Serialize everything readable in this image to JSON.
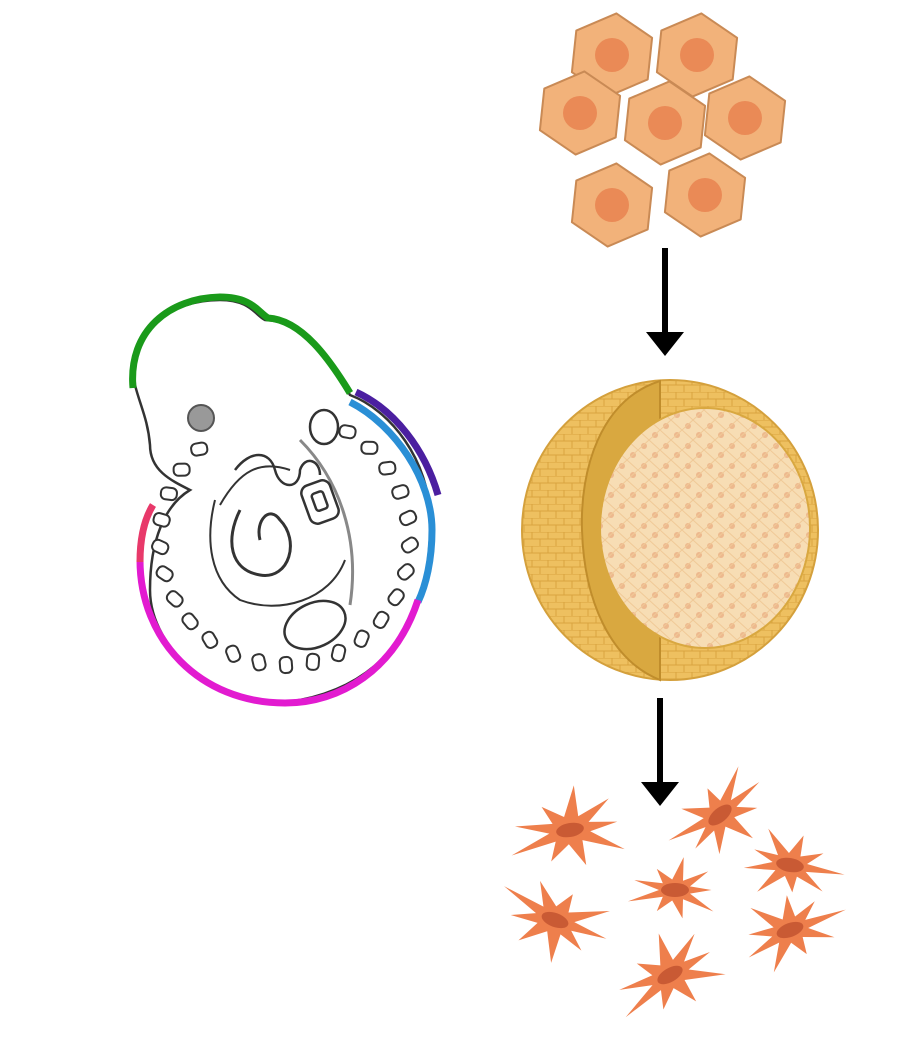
{
  "colors": {
    "background": "#ffffff",
    "embryo_outline": "#333333",
    "segment_head": "#1a9a1a",
    "segment_neck": "#4b1fa0",
    "segment_trunk": "#2a8fd6",
    "segment_tail": "#e21bd0",
    "segment_lower": "#e8396a",
    "cell_fill": "#f2b27a",
    "cell_nucleus": "#ea8a56",
    "sphere_outer": "#e8b64c",
    "sphere_inner": "#f6dcb0",
    "fibroblast_fill": "#ee7f4c",
    "fibroblast_nucleus": "#c95a34",
    "arrow": "#000000"
  },
  "icons": [
    "embryo",
    "cell-cluster",
    "embryoid-sphere",
    "fibroblast-cells",
    "arrow-down"
  ]
}
